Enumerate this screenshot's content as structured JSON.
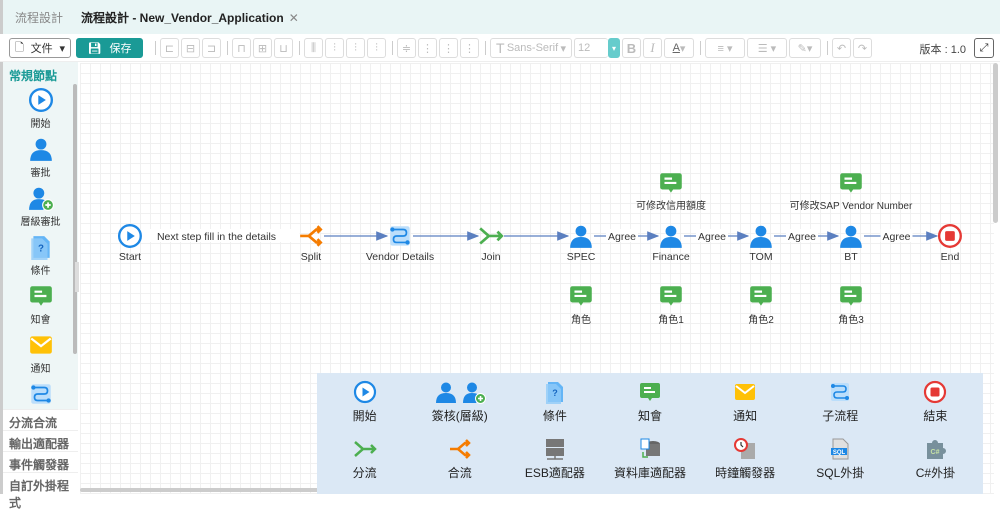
{
  "tabs": [
    {
      "label": "流程設計",
      "active": false
    },
    {
      "label": "流程設計 - New_Vendor_Application",
      "active": true,
      "closable": true
    }
  ],
  "toolbar": {
    "file_label": "文件",
    "save_label": "保存",
    "font_family": "Sans-Serif",
    "font_size": "12",
    "bold": "B",
    "italic": "I",
    "font_color": "A",
    "version_label": "版本 : 1.0"
  },
  "sidebar": {
    "header": "常規節點",
    "items": [
      {
        "label": "開始",
        "icon": "start"
      },
      {
        "label": "審批",
        "icon": "user"
      },
      {
        "label": "層級審批",
        "icon": "user-add"
      },
      {
        "label": "條件",
        "icon": "condition"
      },
      {
        "label": "知會",
        "icon": "notice"
      },
      {
        "label": "通知",
        "icon": "mail"
      },
      {
        "label": "",
        "icon": "subprocess"
      }
    ],
    "categories": [
      "分流合流",
      "輸出適配器",
      "事件觸發器",
      "自訂外掛程式"
    ]
  },
  "diagram": {
    "nodes": [
      {
        "id": "start",
        "label": "Start",
        "icon": "start"
      },
      {
        "id": "split",
        "label": "Split",
        "icon": "split"
      },
      {
        "id": "vendor",
        "label": "Vendor Details",
        "icon": "subprocess"
      },
      {
        "id": "join",
        "label": "Join",
        "icon": "join"
      },
      {
        "id": "spec",
        "label": "SPEC",
        "icon": "user"
      },
      {
        "id": "finance",
        "label": "Finance",
        "icon": "user"
      },
      {
        "id": "tom",
        "label": "TOM",
        "icon": "user"
      },
      {
        "id": "bt",
        "label": "BT",
        "icon": "user"
      },
      {
        "id": "end",
        "label": "End",
        "icon": "end"
      }
    ],
    "edges": [
      {
        "from": "start",
        "to": "split",
        "label": "Next step fill in the details"
      },
      {
        "from": "split",
        "to": "vendor",
        "label": ""
      },
      {
        "from": "vendor",
        "to": "join",
        "label": ""
      },
      {
        "from": "join",
        "to": "spec",
        "label": ""
      },
      {
        "from": "spec",
        "to": "finance",
        "label": "Agree"
      },
      {
        "from": "finance",
        "to": "tom",
        "label": "Agree"
      },
      {
        "from": "tom",
        "to": "bt",
        "label": "Agree"
      },
      {
        "from": "bt",
        "to": "end",
        "label": "Agree"
      }
    ],
    "notes_above": [
      {
        "node": "finance",
        "label": "可修改信用額度"
      },
      {
        "node": "bt",
        "label": "可修改SAP Vendor Number"
      }
    ],
    "notes_below": [
      {
        "node": "spec",
        "label": "角色"
      },
      {
        "node": "finance",
        "label": "角色1"
      },
      {
        "node": "tom",
        "label": "角色2"
      },
      {
        "node": "bt",
        "label": "角色3"
      }
    ]
  },
  "palette": [
    {
      "label": "開始",
      "icons": [
        "start"
      ]
    },
    {
      "label": "簽核(層級)",
      "icons": [
        "user",
        "user-add"
      ]
    },
    {
      "label": "條件",
      "icons": [
        "condition"
      ]
    },
    {
      "label": "知會",
      "icons": [
        "notice"
      ]
    },
    {
      "label": "通知",
      "icons": [
        "mail"
      ]
    },
    {
      "label": "子流程",
      "icons": [
        "subprocess"
      ]
    },
    {
      "label": "結束",
      "icons": [
        "end"
      ]
    },
    {
      "label": "分流",
      "icons": [
        "join"
      ]
    },
    {
      "label": "合流",
      "icons": [
        "split"
      ]
    },
    {
      "label": "ESB適配器",
      "icons": [
        "server"
      ]
    },
    {
      "label": "資料庫適配器",
      "icons": [
        "database"
      ]
    },
    {
      "label": "時鐘觸發器",
      "icons": [
        "clock"
      ]
    },
    {
      "label": "SQL外掛",
      "icons": [
        "sql"
      ]
    },
    {
      "label": "C#外掛",
      "icons": [
        "csharp"
      ]
    }
  ],
  "colors": {
    "accent": "#1a9a96",
    "blue": "#1e88e5",
    "orange": "#f57c00",
    "green": "#4caf50",
    "red": "#e53935",
    "edge": "#5b7fc0",
    "palette_bg": "#dbe8f5"
  }
}
